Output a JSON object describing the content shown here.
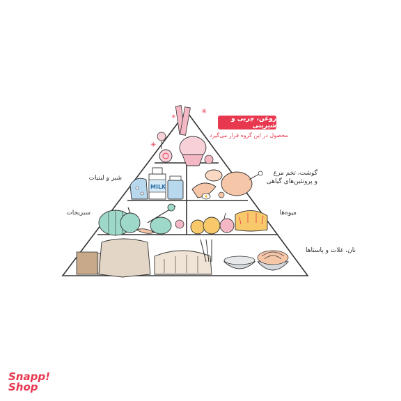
{
  "callout": {
    "title": "روغن، چربی و شیرینی",
    "subtitle": "محصول در این گروه قرار می‌گیرد"
  },
  "levels": {
    "dairy": "شیر و لبنیات",
    "protein_line1": "گوشت، تخم مرغ",
    "protein_line2": "و پروتئین‌های گیاهی",
    "vegetables": "سبزیجات",
    "fruits": "میوه‌ها",
    "grains": "نان، غلات و پاستاها"
  },
  "milk_label": "MILK",
  "logo": {
    "line1": "Snapp!",
    "line2": "Shop"
  },
  "colors": {
    "accent": "#e8384f",
    "outline": "#333333",
    "sweets": "#f3b8c4",
    "dairy": "#b8d8ee",
    "protein": "#f6c6a8",
    "vegetables": "#9ed8c8",
    "fruits": "#f7c96a",
    "grains": "#e3d6c6"
  }
}
